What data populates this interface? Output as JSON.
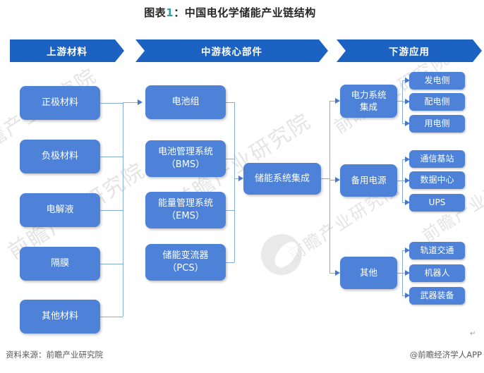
{
  "title": {
    "prefix": "图表",
    "number": "1",
    "separator": "：",
    "main": "中国电化学储能产业链结构"
  },
  "banners": [
    {
      "label": "上游材料"
    },
    {
      "label": "中游核心部件"
    },
    {
      "label": "下游应用"
    }
  ],
  "upstream": {
    "boxes": [
      {
        "label": "正极材料"
      },
      {
        "label": "负极材料"
      },
      {
        "label": "电解液"
      },
      {
        "label": "隔膜"
      },
      {
        "label": "其他材料"
      }
    ]
  },
  "midstream": {
    "boxes": [
      {
        "line1": "电池组",
        "line2": ""
      },
      {
        "line1": "电池管理系统",
        "line2": "（BMS）"
      },
      {
        "line1": "能量管理系统",
        "line2": "（EMS）"
      },
      {
        "line1": "储能变流器",
        "line2": "（PCS）"
      }
    ],
    "integrator": {
      "label": "储能系统集成"
    }
  },
  "downstream": {
    "groups": [
      {
        "line1": "电力系统",
        "line2": "集成",
        "leaves": [
          {
            "label": "发电侧"
          },
          {
            "label": "配电侧"
          },
          {
            "label": "用电侧"
          }
        ]
      },
      {
        "line1": "备用电源",
        "line2": "",
        "leaves": [
          {
            "label": "通信基站"
          },
          {
            "label": "数据中心"
          },
          {
            "label": "UPS"
          }
        ]
      },
      {
        "line1": "其他",
        "line2": "",
        "leaves": [
          {
            "label": "轨道交通"
          },
          {
            "label": "机器人"
          },
          {
            "label": "武器装备"
          }
        ]
      }
    ]
  },
  "watermark": {
    "text": "前瞻产业研究院"
  },
  "footer": {
    "source": "资料来源：前瞻产业研究院",
    "credit": "@前瞻经济学人APP",
    "return_mark": "↵"
  },
  "colors": {
    "banner_blue": "#1B62C3",
    "box_blue": "#4D82D8",
    "line_blue": "#85ACDE",
    "arrow_blue": "#4577CD",
    "title_number_teal": "#2FA0A8",
    "footer_gray": "#595959",
    "watermark_gray": "#CFCFCF"
  }
}
